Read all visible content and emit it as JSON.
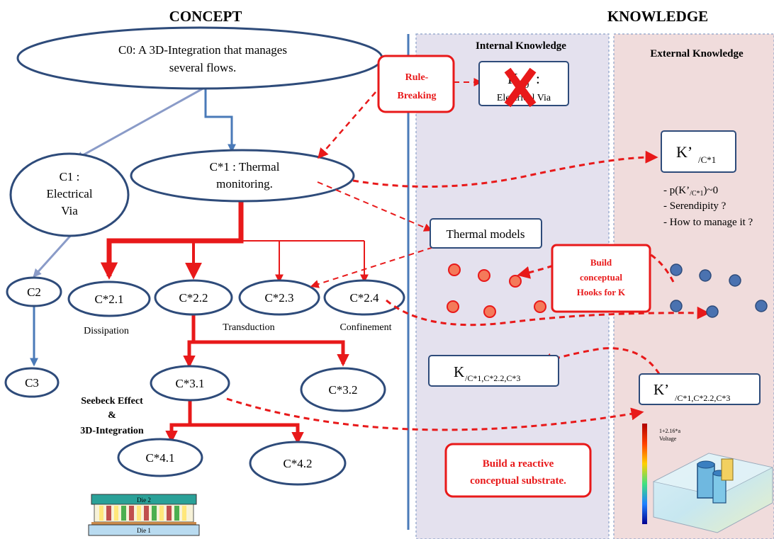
{
  "headings": {
    "concept": "CONCEPT",
    "knowledge": "KNOWLEDGE"
  },
  "panels": {
    "internal": "Internal Knowledge",
    "external": "External Knowledge"
  },
  "concept_nodes": {
    "c0_line1": "C0: A 3D-Integration that manages",
    "c0_line2": "several flows.",
    "c1_line1": "C1 :",
    "c1_line2": "Electrical",
    "c1_line3": "Via",
    "cs1_line1": "C*1 : Thermal",
    "cs1_line2": "monitoring.",
    "c2": "C2",
    "c3": "C3",
    "cs21": "C*2.1",
    "cs22": "C*2.2",
    "cs23": "C*2.3",
    "cs24": "C*2.4",
    "cs31": "C*3.1",
    "cs32": "C*3.2",
    "cs41": "C*4.1",
    "cs42": "C*4.2"
  },
  "labels": {
    "dissipation": "Dissipation",
    "transduction": "Transduction",
    "confinement": "Confinement",
    "seebeck1": "Seebeck Effect",
    "seebeck2": "&",
    "seebeck3": "3D-Integration"
  },
  "callouts": {
    "rule1": "Rule-",
    "rule2": "Breaking",
    "hooks1": "Build",
    "hooks2": "conceptual",
    "hooks3": "Hooks for K",
    "substrate1": "Build a reactive",
    "substrate2": "conceptual substrate."
  },
  "knowledge_boxes": {
    "kc0_main": "K",
    "kc0_sub": "C0",
    "kc0_colon": ":",
    "kc0_line2": "Electrical Via",
    "thermal_models": "Thermal models",
    "k_main": "K",
    "k_sub": "/C*1,C*2.2,C*3",
    "kp1_main": "K’",
    "kp1_sub": "/C*1",
    "kp2_main": "K’",
    "kp2_sub": "/C*1,C*2.2,C*3"
  },
  "external_notes": {
    "n1_prefix": "- p(K’",
    "n1_sub": "/C*1",
    "n1_suffix": ")~0",
    "n2": "- Serendipity ?",
    "n3": "- How to manage it ?"
  },
  "die_labels": {
    "top": "Die 2",
    "bottom": "Die 1"
  },
  "sim_labels": {
    "l1": "1+2.16*a",
    "l2": "Voltage"
  },
  "colors": {
    "red": "#e8191a",
    "node_border": "#2e4b7a",
    "blue_arrow": "#4a7ab8",
    "grey_arrow": "#8a9bc8",
    "internal_bg": "#e4e1ee",
    "external_bg": "#f0dcdc",
    "orange_dot": "#f47a5a",
    "blue_dot": "#4a72b0"
  }
}
